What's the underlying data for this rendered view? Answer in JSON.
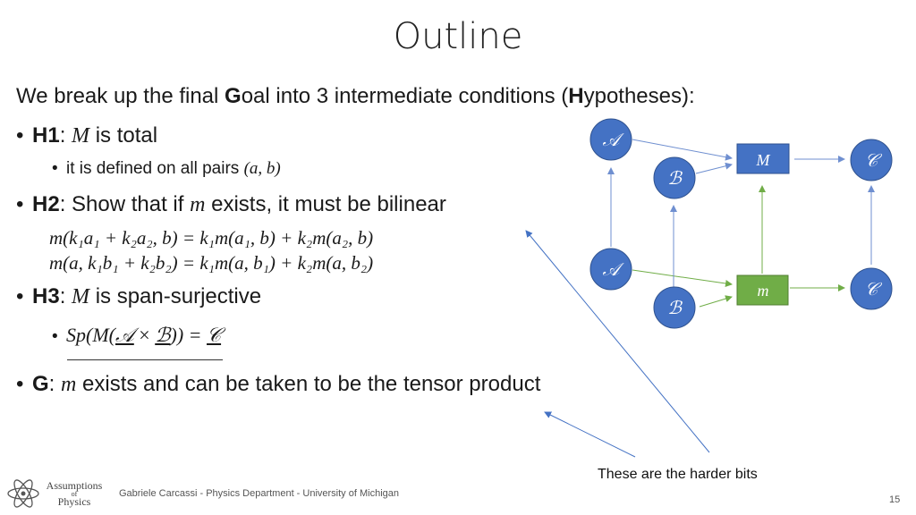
{
  "title": "Outline",
  "intro": {
    "pre": "We break up the final ",
    "g": "G",
    "mid": "oal into 3 intermediate conditions (",
    "h": "H",
    "post": "ypotheses):"
  },
  "h1": {
    "label": "H1",
    "sep": ": ",
    "var": "M",
    "text": " is total"
  },
  "h1_sub": {
    "text": "it is defined on all pairs ",
    "pair": "(a, b)"
  },
  "h2": {
    "label": "H2",
    "pre": ": Show that if ",
    "var": "m",
    "post": " exists, it must be bilinear"
  },
  "eq1": "m(k₁a₁ + k₂a₂, b) = k₁m(a₁, b) + k₂m(a₂, b)",
  "eq2": "m(a, k₁b₁ + k₂b₂) = k₁m(a, b₁) + k₂m(a, b₂)",
  "h3": {
    "label": "H3",
    "sep": ": ",
    "var": "M",
    "text": " is span-surjective"
  },
  "h3_sub": {
    "expr_pre": "Sp(M(",
    "A": "𝒜",
    "times": " × ",
    "B": "ℬ",
    "expr_post": ")) = ",
    "C": "𝒞"
  },
  "g": {
    "label": "G",
    "sep": ": ",
    "var": "m",
    "text": " exists and can be taken to be the tensor product"
  },
  "note": "These are the harder bits",
  "footer": {
    "logo_line1": "Assumptions",
    "logo_line2": "of",
    "logo_line3": "Physics",
    "credit": "Gabriele Carcassi - Physics Department - University of Michigan",
    "page": "15"
  },
  "diagram": {
    "top": {
      "A": "𝒜",
      "B": "ℬ",
      "M": "M",
      "C": "𝒞"
    },
    "bottom": {
      "A": "𝒜",
      "B": "ℬ",
      "m": "m",
      "C": "𝒞"
    }
  },
  "colors": {
    "circle": "#4472c4",
    "boxBlue": "#4472c4",
    "boxGreen": "#70ad47",
    "arrowBlue": "#6f8fd0",
    "arrowGreen": "#70ad47"
  }
}
